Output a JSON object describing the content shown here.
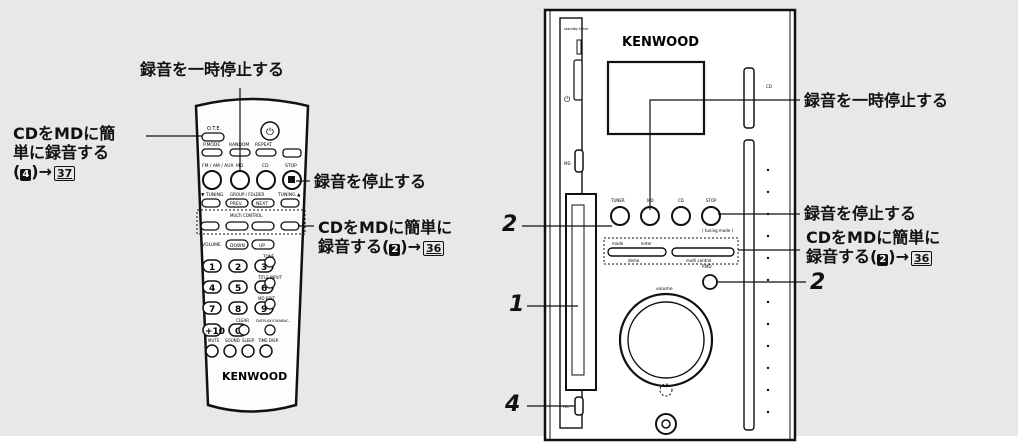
{
  "remote": {
    "labels": {
      "ote": "O.T.E.",
      "pmode": "P.MODE",
      "random": "RANDOM",
      "repeat": "REPEAT",
      "fm_am_aux": "FM / AM / AUX",
      "md": "MD",
      "cd": "CD",
      "stop": "STOP",
      "tuning_left": "▼ TUNING",
      "tuning_right": "TUNING ▲",
      "group_folder": "GROUP / FOLDER",
      "prev": "PREV.",
      "next": "NEXT",
      "multi_control": "MULTI CONTROL",
      "volume": "VOLUME",
      "down": "DOWN",
      "up": "UP",
      "tone": "TONE",
      "title_input": "TITLE INPUT",
      "md_edit": "MD EDIT",
      "clear": "CLEAR",
      "display_charac": "DISPLAY/CHARAC.",
      "mute": "MUTE",
      "sound": "SOUND",
      "sleep": "SLEEP",
      "time_disp": "TIME DISP.",
      "plus10": "+10",
      "brand": "KENWOOD"
    },
    "digits": [
      "1",
      "2",
      "3",
      "4",
      "5",
      "6",
      "7",
      "8",
      "9",
      "0"
    ]
  },
  "unit": {
    "labels": {
      "brand": "KENWOOD",
      "standby": "standby timer",
      "md": "MD",
      "cd": "CD",
      "tuner": "TUNER",
      "md_btn": "MD",
      "cd_btn": "CD",
      "stop": "STOP",
      "tuning_mode": "( tuning mode )",
      "mode": "mode",
      "enter": "enter",
      "demo": "demo",
      "multi_control": "multi control",
      "pause": "P.MD",
      "volume": "volume",
      "rec": "rec"
    }
  },
  "annotations": {
    "left_pause": "録音を一時停止する",
    "left_easy_line1": "CDをMDに簡",
    "left_easy_line2": "単に録音する",
    "left_easy_ref_mark": "4",
    "left_easy_ref_page": "37",
    "left_stop": "録音を停止する",
    "left_easy2_line1": "CDをMDに簡単に",
    "left_easy2_line2": "録音する",
    "left_easy2_ref_mark": "2",
    "left_easy2_ref_page": "36",
    "right_pause": "録音を一時停止する",
    "right_stop": "録音を停止する",
    "right_easy_line1": "CDをMDに簡単に",
    "right_easy_line2": "録音する",
    "right_easy_ref_mark": "2",
    "right_easy_ref_page": "36"
  },
  "steps": {
    "two_left": "2",
    "one": "1",
    "four": "4",
    "two_right": "2"
  }
}
